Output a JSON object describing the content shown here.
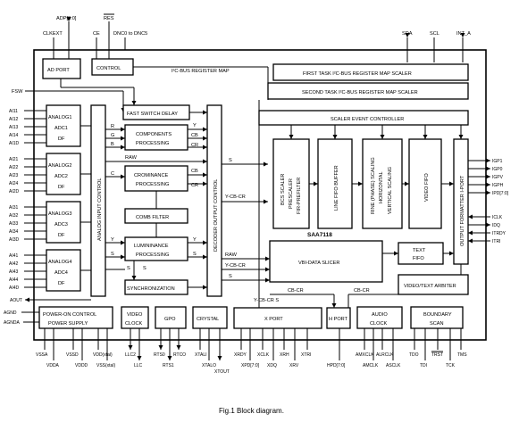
{
  "caption": "Fig.1  Block diagram.",
  "chip_name": "SAA7118",
  "blocks": {
    "ad_port": "AD PORT",
    "control": "CONTROL",
    "i2c_map": "I²C-BUS REGISTER MAP",
    "first_task": "FIRST TASK I²C-BUS REGISTER MAP SCALER",
    "second_task": "SECOND TASK I²C-BUS REGISTER MAP SCALER",
    "scaler_event": "SCALER EVENT CONTROLLER",
    "fast_switch": "FAST SWITCH DELAY",
    "components": [
      "COMPONENTS",
      "PROCESSING"
    ],
    "chrominance": [
      "CROMINANCE",
      "PROCESSING"
    ],
    "comb_filter": "COMB FILTER",
    "luminance": [
      "LUMININANCE",
      "PROCESSING"
    ],
    "synchronization": "SYNCHRONIZATION",
    "analog1": [
      "ANALOG1",
      "ADC1",
      "DF"
    ],
    "analog2": [
      "ANALOG2",
      "ADC2",
      "DF"
    ],
    "analog3": [
      "ANALOG3",
      "ADC3",
      "DF"
    ],
    "analog4": [
      "ANALOG4",
      "ADC4",
      "DF"
    ],
    "analog_input_control": "ANALOG INPUT CONTROL",
    "decoder_output_control": "DECODER OUTPUT CONTROL",
    "prefilter": [
      "BCS SCALER",
      "PRESCALER",
      "FIR-PREFILTER"
    ],
    "line_fifo": "LINE FIFO BUFFER",
    "vertical_scaling": [
      "RINE (PHASE) SCALING",
      "HORIZONTAL",
      "VERTICAL SCALING"
    ],
    "video_fifo": "VIDEO FIFO",
    "output_formatter": "OUTPUT FORMATTER I-PORT",
    "vbi_slicer": "VBI-DATA SLICER",
    "text_fifo": [
      "TEXT",
      "FIFO"
    ],
    "text_arbiter": "VIDEO/TEXT ARBITER",
    "power_on": [
      "POWER-ON CONTROL",
      "POWER SUPPLY"
    ],
    "video_clock": [
      "VIDEO",
      "CLOCK"
    ],
    "gpo": "GPO",
    "crystal": "CRYSTAL",
    "xport": "X PORT",
    "hport": "H PORT",
    "audio_clock": [
      "AUDIO",
      "CLOCK"
    ],
    "boundary_scan": [
      "BOUNDARY",
      "SCAN"
    ]
  },
  "pins": {
    "top": [
      "CLKEXT",
      "ADP[8:0]",
      "RES",
      "CE",
      "DNC0 to DNC5",
      "SDA",
      "SCL",
      "INT_A"
    ],
    "left_analog": [
      "AI11",
      "AI12",
      "AI13",
      "AI14",
      "AI1D",
      "AI21",
      "AI22",
      "AI23",
      "AI24",
      "AI2D",
      "AI31",
      "AI32",
      "AI33",
      "AI34",
      "AI3D",
      "AI41",
      "AI42",
      "AI43",
      "AI44",
      "AI4D"
    ],
    "left_other": [
      "FSW",
      "AOUT",
      "AGND",
      "AGNDA"
    ],
    "right": [
      "IGP1",
      "IGP0",
      "IGPV",
      "IGPH",
      "IPD[7:0]",
      "ICLK",
      "IDQ",
      "ITRDY",
      "ITRI"
    ],
    "bottom_upper": [
      "VSSA",
      "VSSD",
      "VDD(xtal)",
      "LLC2",
      "RTS0",
      "RTCO",
      "XTALI",
      "XRDY",
      "XCLK",
      "XRH",
      "XTRI",
      "AMXCLK",
      "ALRCLK",
      "TDO",
      "TRST",
      "TMS"
    ],
    "bottom_lower": [
      "VDDA",
      "VDDD",
      "VSS(xtal)",
      "LLC",
      "RTS1",
      "XTALO",
      "XTOUT",
      "XPD[7:0]",
      "XDQ",
      "XRV",
      "HPD[7:0]",
      "AMCLK",
      "ASCLK",
      "TDI",
      "TCK"
    ]
  },
  "signals": {
    "R": "R",
    "G": "G",
    "B": "B",
    "Y": "Y",
    "CB": "CB",
    "CR": "CR",
    "RAW": "RAW",
    "C": "C",
    "S": "S",
    "y_cb_cr": "Y-CB-CR",
    "y_cb_cr_s": "Y-CB-CR S",
    "cb_cr": "CB-CR"
  }
}
